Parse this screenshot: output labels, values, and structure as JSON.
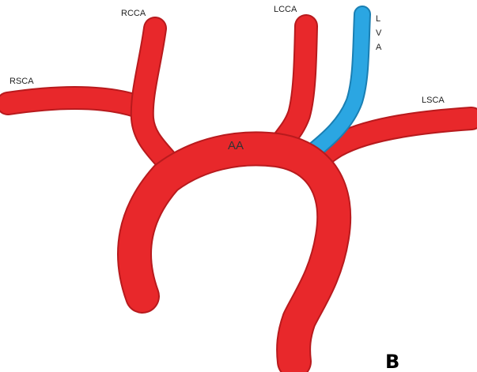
{
  "diagram": {
    "colors": {
      "artery": "#e8282b",
      "artery_shade": "#b81a1d",
      "variant": "#2ba6e2",
      "variant_shade": "#1a7fb3"
    },
    "labels": {
      "aortic_arch": "AA",
      "rcca": "RCCA",
      "lcca": "LCCA",
      "rsca": "RSCA",
      "lsca": "LSCA",
      "lva_letters": [
        "L",
        "V",
        "A"
      ],
      "panel_letter": "B"
    }
  }
}
